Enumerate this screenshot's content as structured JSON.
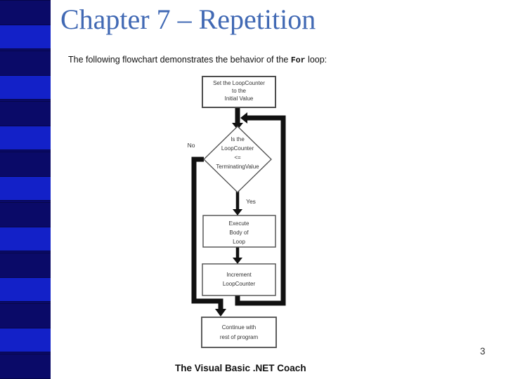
{
  "slide": {
    "title": "Chapter 7 – Repetition",
    "body_text_before": "The following flowchart demonstrates the behavior of the ",
    "body_code": "For",
    "body_text_after": " loop:",
    "footer": "The Visual Basic .NET Coach",
    "page_number": "3"
  },
  "theme": {
    "title-color": "#4169b4",
    "sidebar-dark": "#0a0a68",
    "sidebar-bright": "#1321c8",
    "sidebar-line": "#06064a",
    "flow-line": "#111111",
    "flow-border": "#4d4d4d",
    "flow-text": "#333333"
  },
  "flowchart": {
    "init_box": {
      "lines": [
        "Set the LoopCounter",
        "to the",
        "Initial Value"
      ]
    },
    "decision": {
      "lines": [
        "Is the",
        "LoopCounter",
        "<=",
        "TerminatingValue"
      ]
    },
    "no_label": "No",
    "yes_label": "Yes",
    "execute_box": {
      "lines": [
        "Execute",
        "Body of",
        "Loop"
      ]
    },
    "increment_box": {
      "lines": [
        "Increment",
        "LoopCounter"
      ]
    },
    "continue_box": {
      "lines": [
        "Continue with",
        "rest of program"
      ]
    }
  }
}
